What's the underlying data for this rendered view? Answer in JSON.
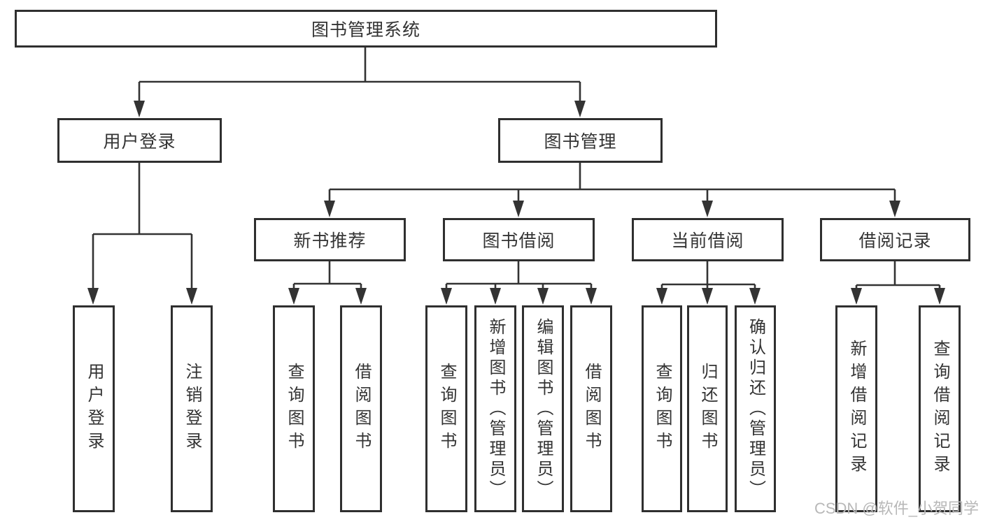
{
  "diagram": {
    "root_label": "图书管理系统",
    "branches": {
      "user_login": {
        "label": "用户登录",
        "children": [
          "用户登录",
          "注销登录"
        ]
      },
      "book_management": {
        "label": "图书管理",
        "sections": {
          "new_book": {
            "label": "新书推荐",
            "children": [
              "查询图书",
              "借阅图书"
            ]
          },
          "borrow": {
            "label": "图书借阅",
            "children": [
              "查询图书",
              "新增图书（管理员）",
              "编辑图书（管理员）",
              "借阅图书"
            ]
          },
          "current": {
            "label": "当前借阅",
            "children": [
              "查询图书",
              "归还图书",
              "确认归还（管理员）"
            ]
          },
          "records": {
            "label": "借阅记录",
            "children": [
              "新增借阅记录",
              "查询借阅记录"
            ]
          }
        }
      }
    }
  },
  "watermark": "CSDN @软件_小贺同学",
  "colors": {
    "line": "#333333",
    "text": "#333333",
    "watermark_text": "#b8b8b8",
    "background": "#ffffff"
  }
}
